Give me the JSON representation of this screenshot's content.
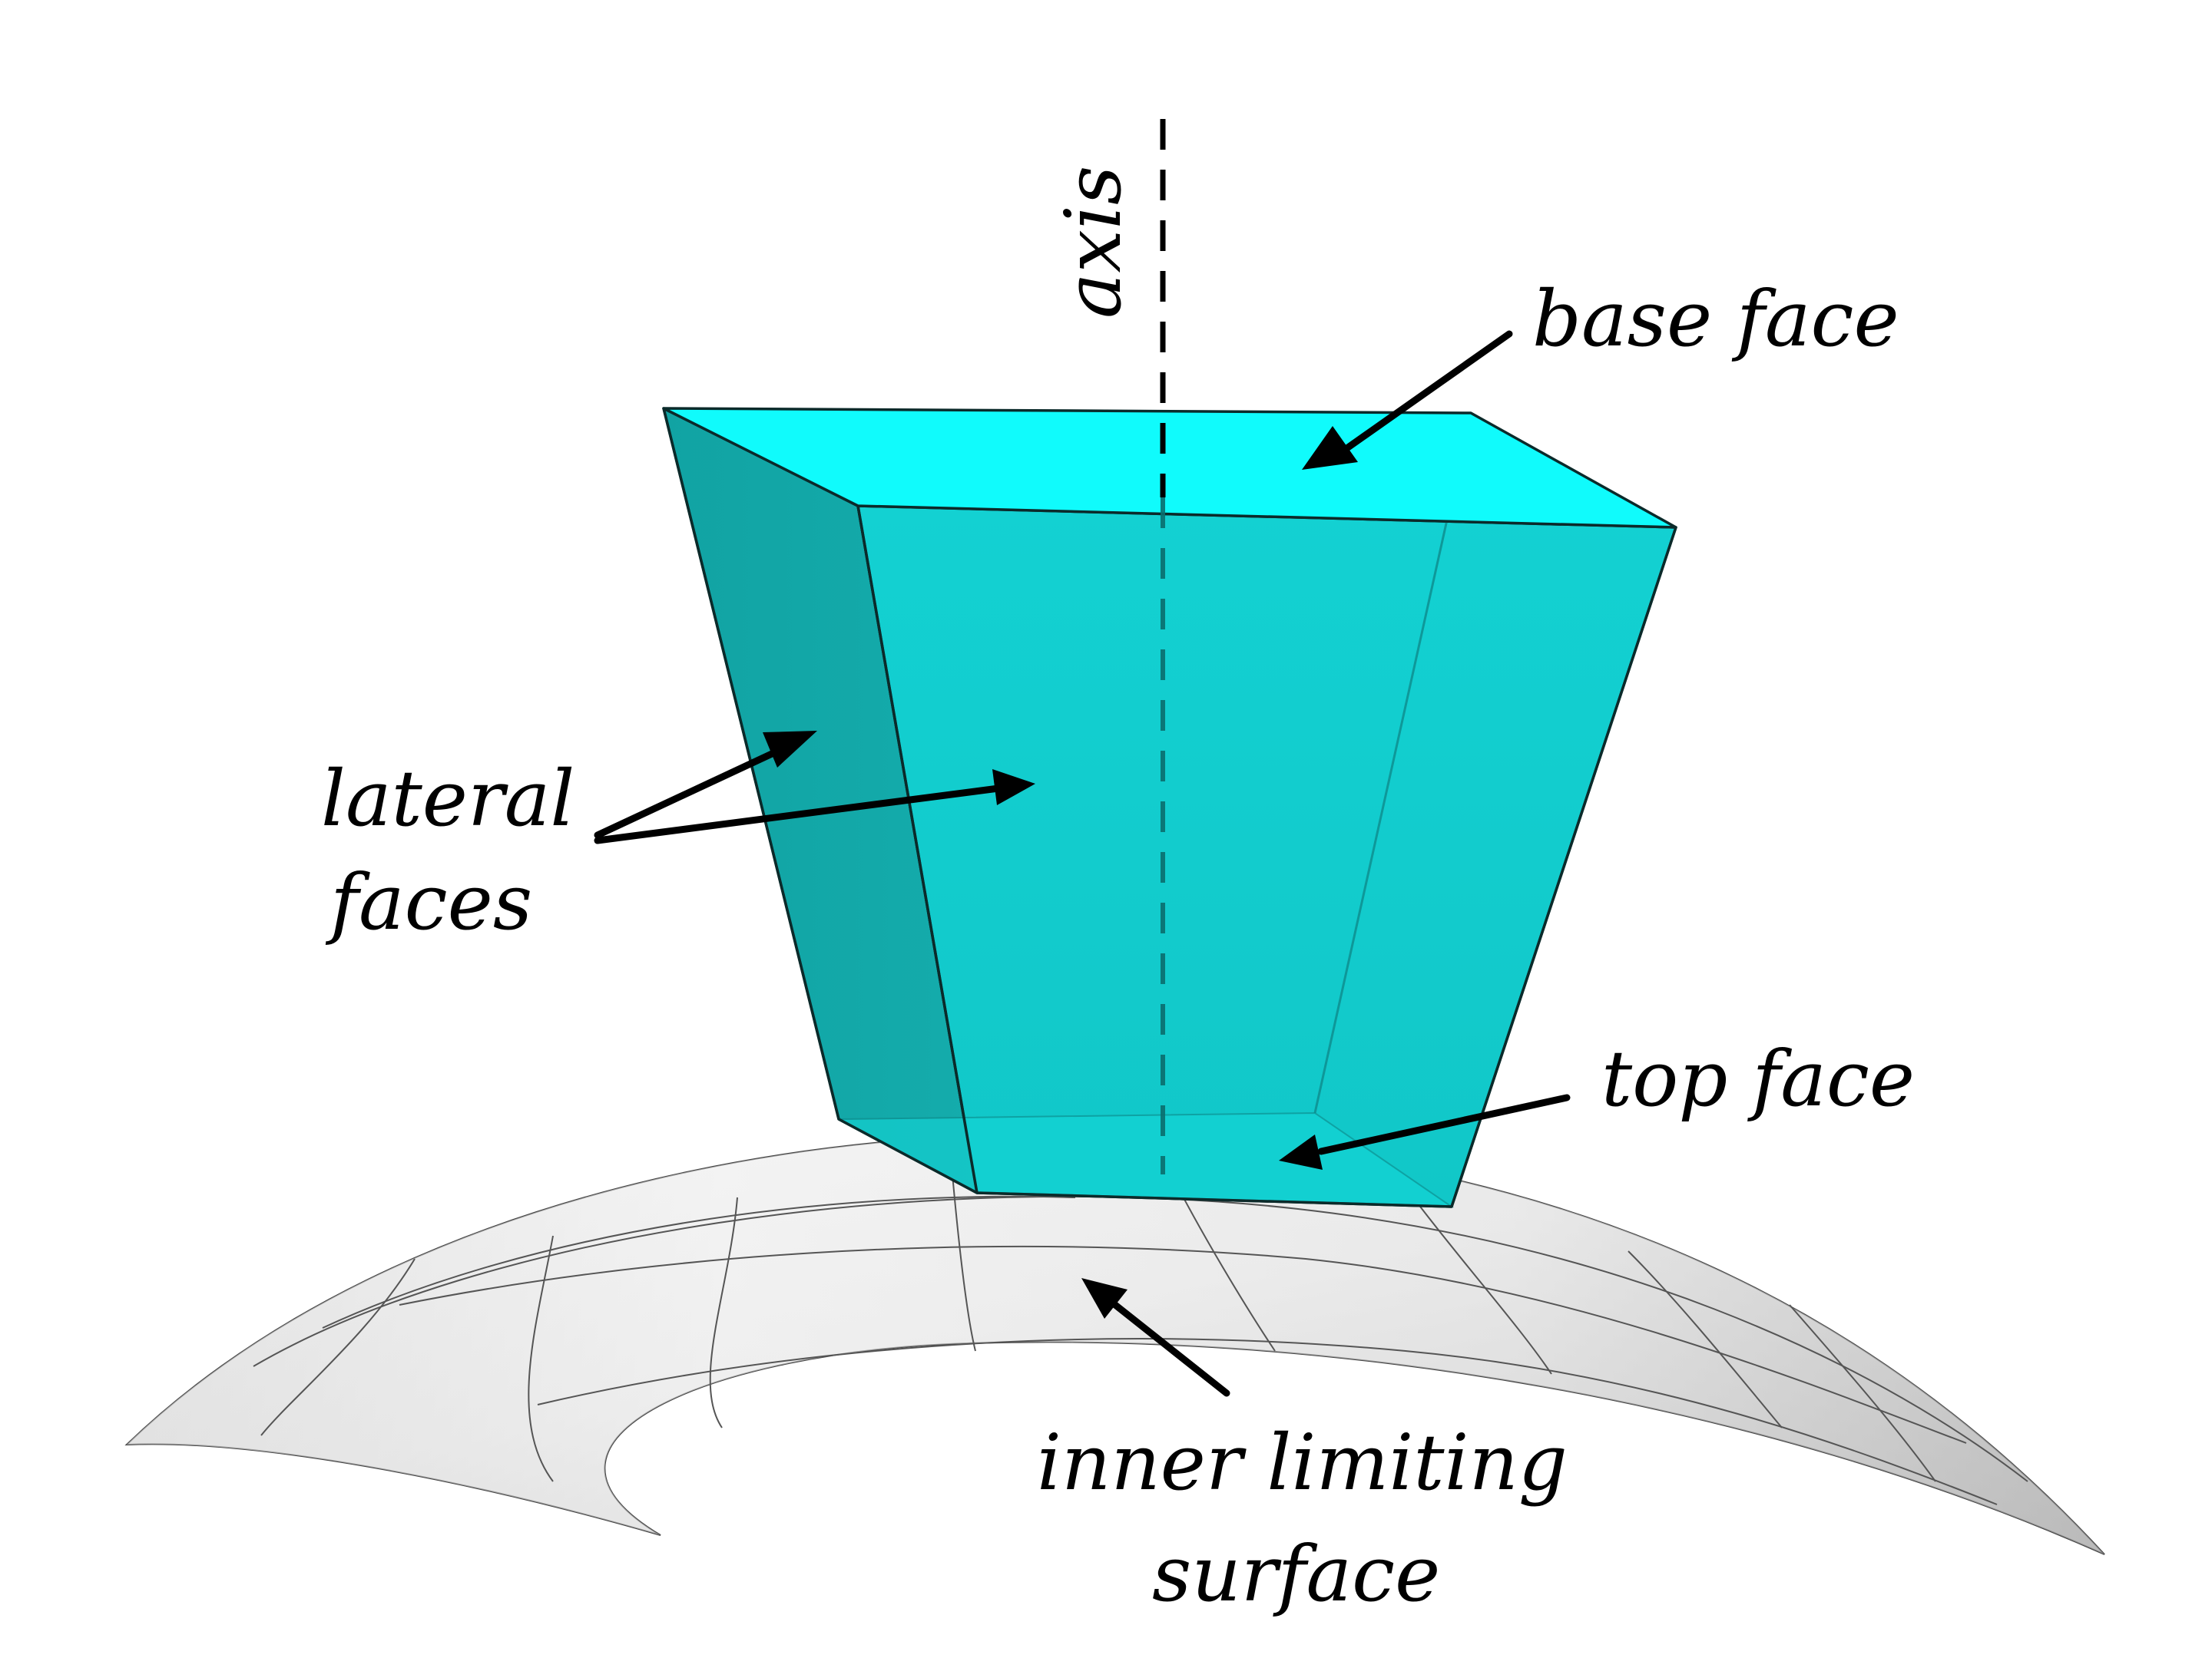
{
  "labels": {
    "axis": "axis",
    "base_face": "base face",
    "lateral_line1": "lateral",
    "lateral_line2": "faces",
    "top_face": "top face",
    "inner_line1": "inner limiting",
    "inner_line2": "surface"
  },
  "colors": {
    "prism_top_face": "#10fbfc",
    "prism_left_face": "#12a8a8",
    "prism_front_face": "#12cbcc",
    "prism_right_face": "#10c6c7",
    "surface_light": "#f4f4f4",
    "surface_dark": "#c8c8c8",
    "ink": "#000000"
  }
}
